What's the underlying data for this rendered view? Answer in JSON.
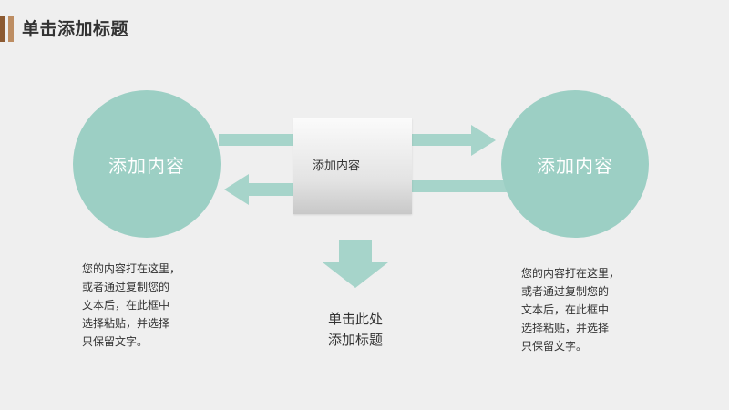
{
  "header": {
    "title": "单击添加标题"
  },
  "diagram": {
    "left_circle": {
      "label": "添加内容"
    },
    "right_circle": {
      "label": "添加内容"
    },
    "center_box": {
      "label": "添加内容"
    },
    "caption": {
      "lines": [
        "单击此处",
        "添加标题"
      ]
    },
    "left_text": {
      "lines": [
        "您的内容打在这里，",
        "或者通过复制您的",
        "文本后，在此框中",
        "选择粘贴，并选择",
        "只保留文字。"
      ]
    },
    "right_text": {
      "lines": [
        "您的内容打在这里，",
        "或者通过复制您的",
        "文本后，在此框中",
        "选择粘贴，并选择",
        "只保留文字。"
      ]
    }
  },
  "colors": {
    "accent_teal": "#9ccfc4",
    "arrow_teal": "#a6d4ca",
    "header_bar_dark": "#8c5a32",
    "header_bar_light": "#bd8d62",
    "background": "#efefef"
  }
}
